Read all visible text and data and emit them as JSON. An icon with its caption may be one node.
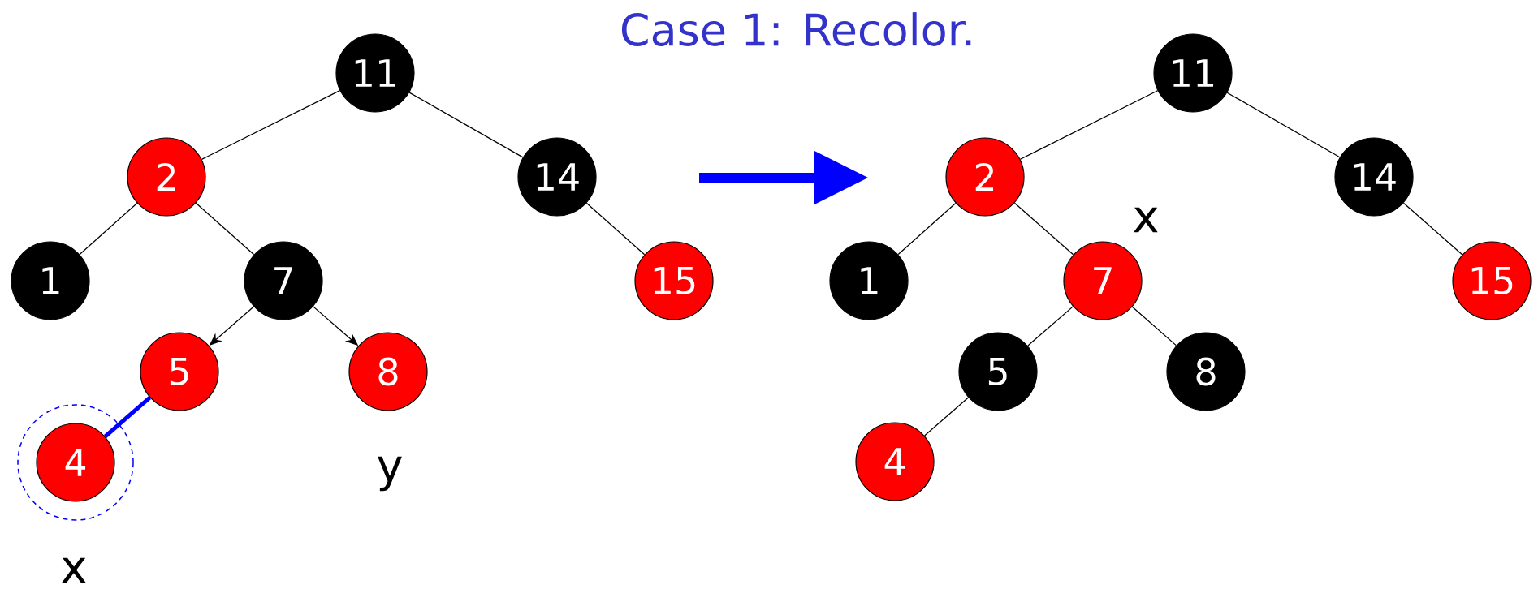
{
  "diagram": {
    "title": "Case 1: Recolor.",
    "nodes": [
      {
        "text": [
          "11"
        ]
      },
      {
        "text": [
          "2"
        ]
      },
      {
        "text": [
          "14"
        ]
      },
      {
        "text": [
          "1"
        ]
      },
      {
        "text": [
          "7"
        ]
      },
      {
        "text": [
          "15"
        ]
      },
      {
        "text": [
          "5"
        ]
      },
      {
        "text": [
          "8"
        ]
      },
      {
        "text": [
          "4"
        ]
      },
      {
        "text": [
          "11"
        ]
      },
      {
        "text": [
          "2"
        ]
      },
      {
        "text": [
          "14"
        ]
      },
      {
        "text": [
          "1"
        ]
      },
      {
        "text": [
          "7"
        ]
      },
      {
        "text": [
          "15"
        ]
      },
      {
        "text": [
          "5"
        ]
      },
      {
        "text": [
          "8"
        ]
      },
      {
        "text": [
          "4"
        ]
      }
    ],
    "edges": [
      {
        "from": 0,
        "to": 1,
        "arrow": "none"
      },
      {
        "from": 0,
        "to": 2,
        "arrow": "none"
      },
      {
        "from": 1,
        "to": 3,
        "arrow": "none"
      },
      {
        "from": 1,
        "to": 4,
        "arrow": "none"
      },
      {
        "from": 2,
        "to": 5,
        "arrow": "none"
      },
      {
        "from": 4,
        "to": 6,
        "arrow": "to"
      },
      {
        "from": 4,
        "to": 7,
        "arrow": "to"
      },
      {
        "from": 6,
        "to": 8,
        "arrow": "none",
        "style": "thick",
        "color": "#0000ff"
      },
      {
        "from": 9,
        "to": 10,
        "arrow": "none"
      },
      {
        "from": 9,
        "to": 11,
        "arrow": "none"
      },
      {
        "from": 10,
        "to": 12,
        "arrow": "none"
      },
      {
        "from": 10,
        "to": 13,
        "arrow": "none"
      },
      {
        "from": 11,
        "to": 14,
        "arrow": "none"
      },
      {
        "from": 13,
        "to": 15,
        "arrow": "none"
      },
      {
        "from": 13,
        "to": 16,
        "arrow": "none"
      },
      {
        "from": 15,
        "to": 17,
        "arrow": "none"
      }
    ],
    "labels": [
      "y",
      "x",
      "x"
    ]
  }
}
